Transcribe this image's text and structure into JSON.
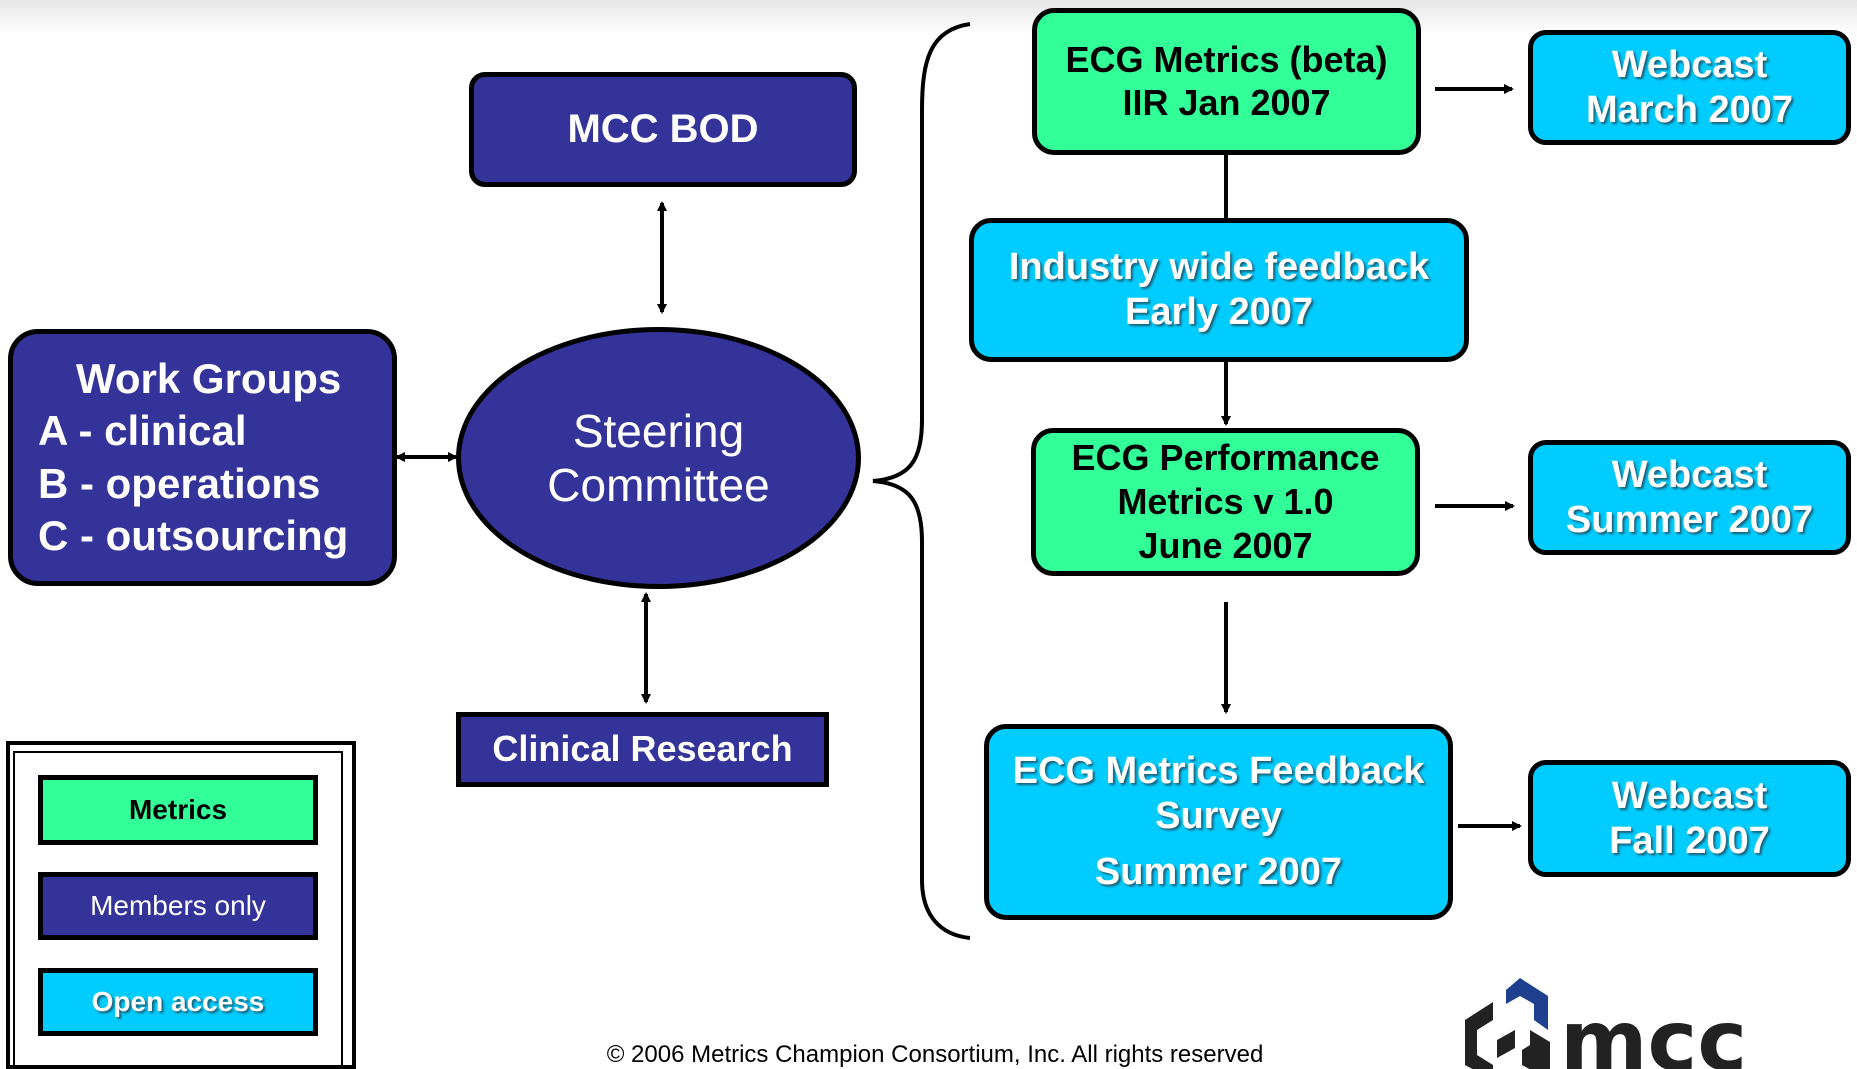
{
  "nodes": {
    "mcc_bod": "MCC BOD",
    "steering": [
      "Steering",
      "Committee"
    ],
    "work_groups": [
      "Work Groups",
      "A - clinical",
      "B - operations",
      "C - outsourcing"
    ],
    "clinical_research": "Clinical Research",
    "ecg_beta": [
      "ECG Metrics (beta)",
      "IIR Jan 2007"
    ],
    "industry_feedback": [
      "Industry wide feedback",
      "Early 2007"
    ],
    "ecg_v1": [
      "ECG Performance",
      "Metrics v 1.0",
      "June 2007"
    ],
    "feedback_survey": [
      "ECG Metrics Feedback",
      "Survey",
      "Summer 2007"
    ],
    "webcast_march": [
      "Webcast",
      "March 2007"
    ],
    "webcast_summer": [
      "Webcast",
      "Summer 2007"
    ],
    "webcast_fall": [
      "Webcast",
      "Fall 2007"
    ]
  },
  "legend": {
    "metrics": "Metrics",
    "members_only": "Members only",
    "open_access": "Open access"
  },
  "colors": {
    "members_only": "#333399",
    "metrics": "#33ff99",
    "open_access": "#00ccff"
  },
  "footer": {
    "copyright": "© 2006 Metrics Champion Consortium, Inc. All rights reserved"
  },
  "logo": {
    "text": "mcc"
  }
}
